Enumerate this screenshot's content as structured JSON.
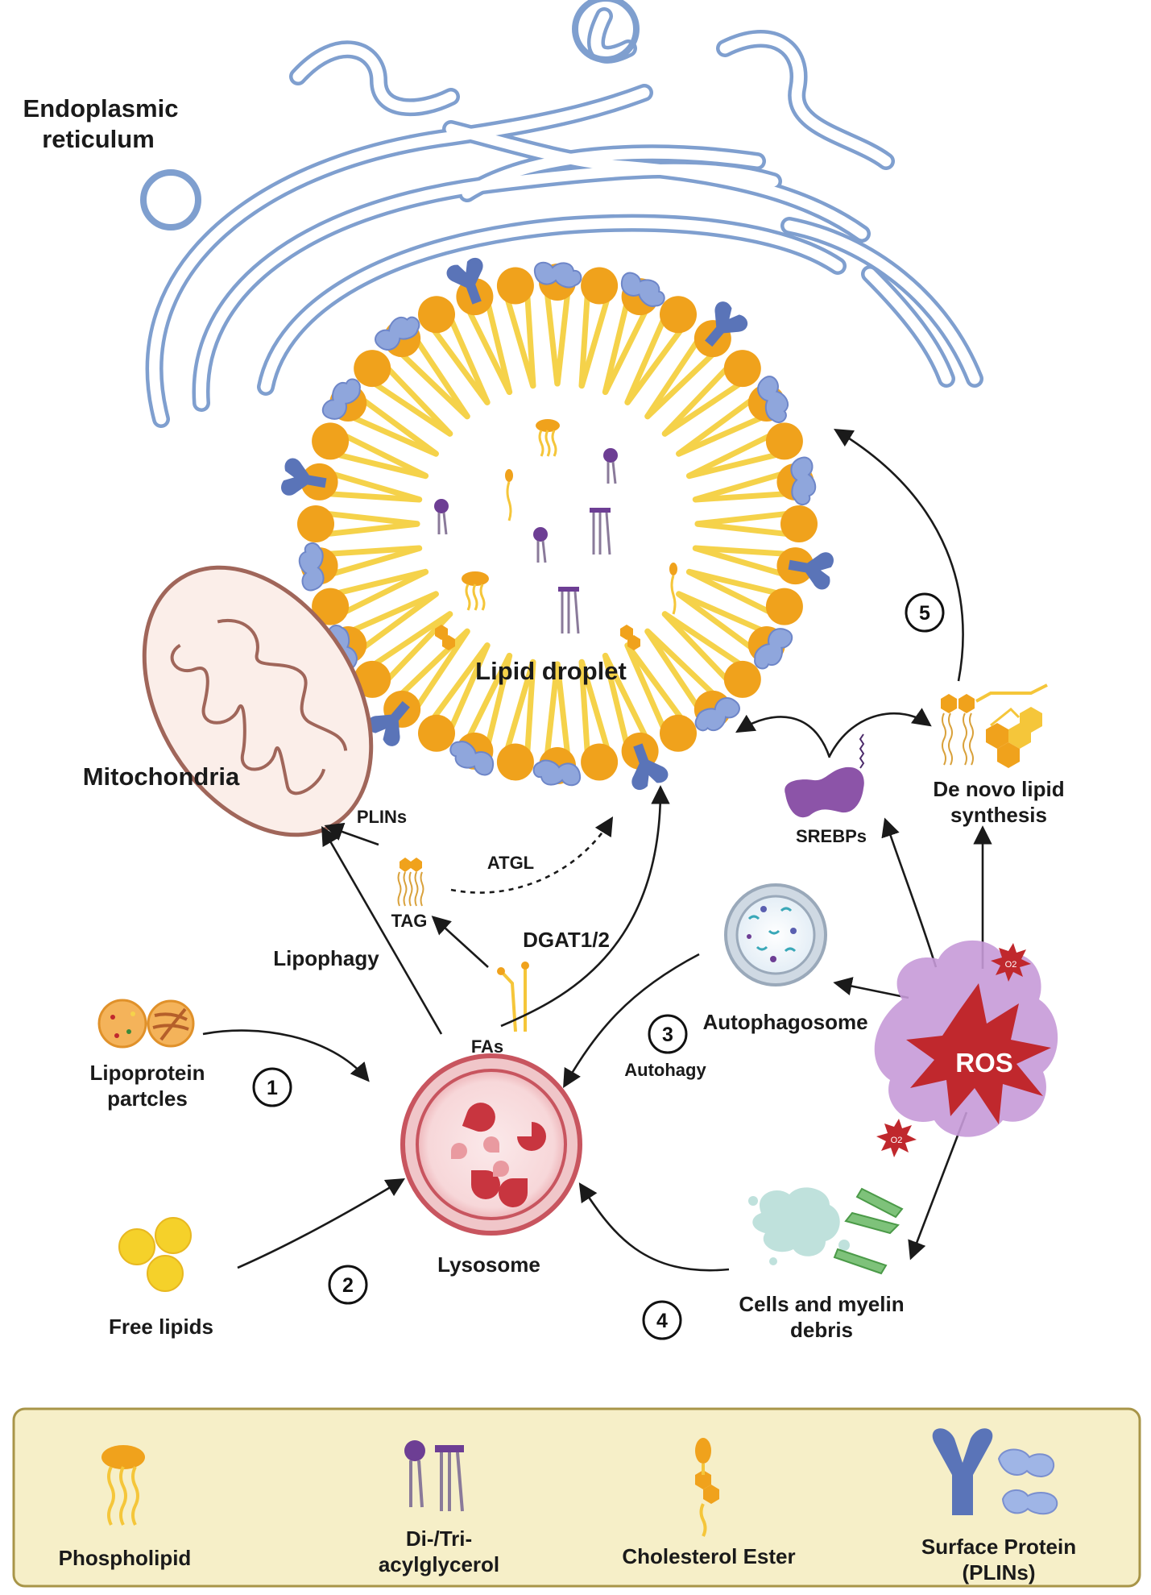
{
  "organelles": {
    "er": "Endoplasmic reticulum",
    "lipid_droplet": "Lipid droplet",
    "mitochondria": "Mitochondria",
    "lysosome": "Lysosome",
    "autophagosome": "Autophagosome"
  },
  "labels": {
    "plins": "PLINs",
    "atgl": "ATGL",
    "tag": "TAG",
    "dgat": "DGAT1/2",
    "lipophagy": "Lipophagy",
    "fas": "FAs",
    "srebps": "SREBPs",
    "de_novo_line1": "De novo lipid",
    "de_novo_line2": "synthesis",
    "ros": "ROS",
    "o2": "O2",
    "autohagy": "Autohagy",
    "lipoprotein_line1": "Lipoprotein",
    "lipoprotein_line2": "partcles",
    "free_lipids": "Free lipids",
    "debris_line1": "Cells and myelin",
    "debris_line2": "debris"
  },
  "steps": [
    "1",
    "2",
    "3",
    "4",
    "5"
  ],
  "legend": {
    "phospholipid": "Phospholipid",
    "acyl_line1": "Di-/Tri-",
    "acyl_line2": "acylglycerol",
    "cholesterol": "Cholesterol Ester",
    "surface_line1": "Surface Protein",
    "surface_line2": "(PLINs)"
  },
  "colors": {
    "er": "#7f9fcf",
    "lipid_head": "#f0a21c",
    "lipid_tail": "#f5d24a",
    "plin": "#8fa6dc",
    "mito": "#a0665a",
    "lysosome": "#c8555f",
    "ros_cloud": "#c79ad8",
    "ros_star": "#c0282d",
    "legend_bg": "#f6efc8",
    "legend_border": "#a89548"
  }
}
